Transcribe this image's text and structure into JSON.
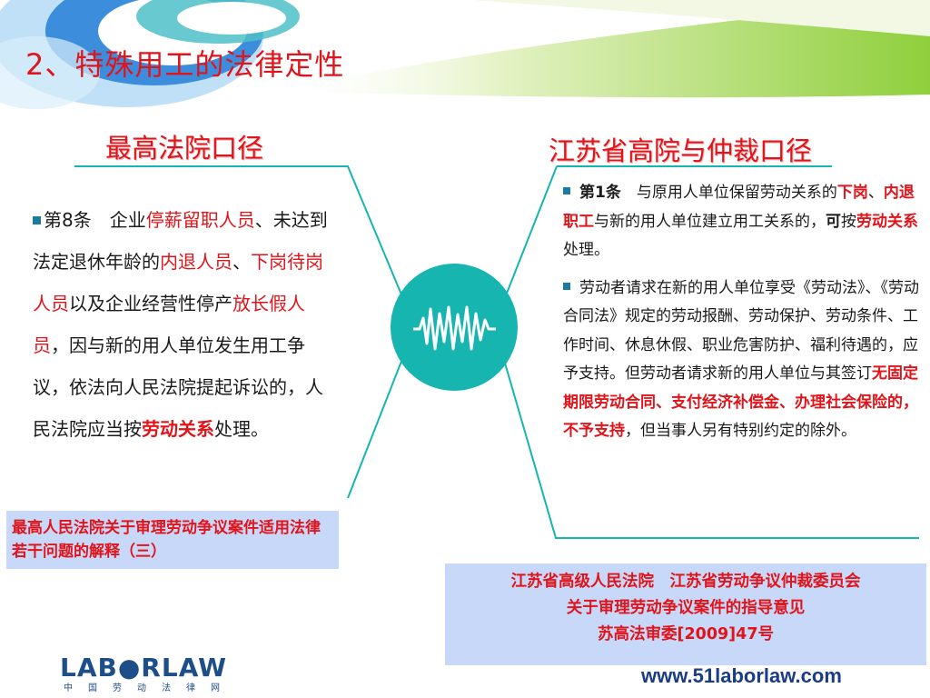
{
  "title": "2、特殊用工的法律定性",
  "left": {
    "heading": "最高法院口径",
    "article": {
      "p1": "第8条　企业",
      "r1": "停薪留职人员",
      "p2": "、未达到法定退休年龄的",
      "r2": "内退人员",
      "p3": "、",
      "r3": "下岗待岗人员",
      "p4": "以及企业经营性停产",
      "r4": "放长假人员",
      "p5": "，因与新的用人单位发生用工争议，依法向人民法院提起诉讼的，人民法院应当按",
      "r5": "劳动关系",
      "p6": "处理。"
    },
    "source": "最高人民法院关于审理劳动争议案件适用法律若干问题的解释（三）"
  },
  "right": {
    "heading": "江苏省高院与仲裁口径",
    "item1": {
      "lead": "第1条",
      "p1": "　与原用人单位保留劳动关系的",
      "r1": "下岗",
      "p2": "、",
      "r2": "内退职工",
      "p3": "与新的用人单位建立用工关系的，",
      "b1": "可",
      "p4": "按",
      "r3": "劳动关系",
      "p5": "处理。"
    },
    "item2": {
      "p1": "劳动者请求在新的用人单位享受《劳动法》、《劳动合同法》规定的劳动报酬、劳动保护、劳动条件、工作时间、休息休假、职业危害防护、福利待遇的，应予支持。但劳动者请求新的用人单位与其签订",
      "r1": "无固定期限劳动合同、支付经济补偿金、办理社会保险的，不予支持",
      "p2": "，但当事人另有特别约定的除外。"
    },
    "source": {
      "line1": "江苏省高级人民法院　江苏省劳动争议仲裁委员会",
      "line2": "关于审理劳动争议案件的指导意见",
      "line3": "苏高法审委[2009]47号"
    }
  },
  "logo": {
    "word": "LAB●RLAW",
    "sub": "中国劳动法律网"
  },
  "url": "www.51laborlaw.com",
  "colors": {
    "accent_red": "#e0141a",
    "teal": "#16b5b0",
    "box_blue": "#c8d8f8",
    "green": "#8fcf3c"
  }
}
